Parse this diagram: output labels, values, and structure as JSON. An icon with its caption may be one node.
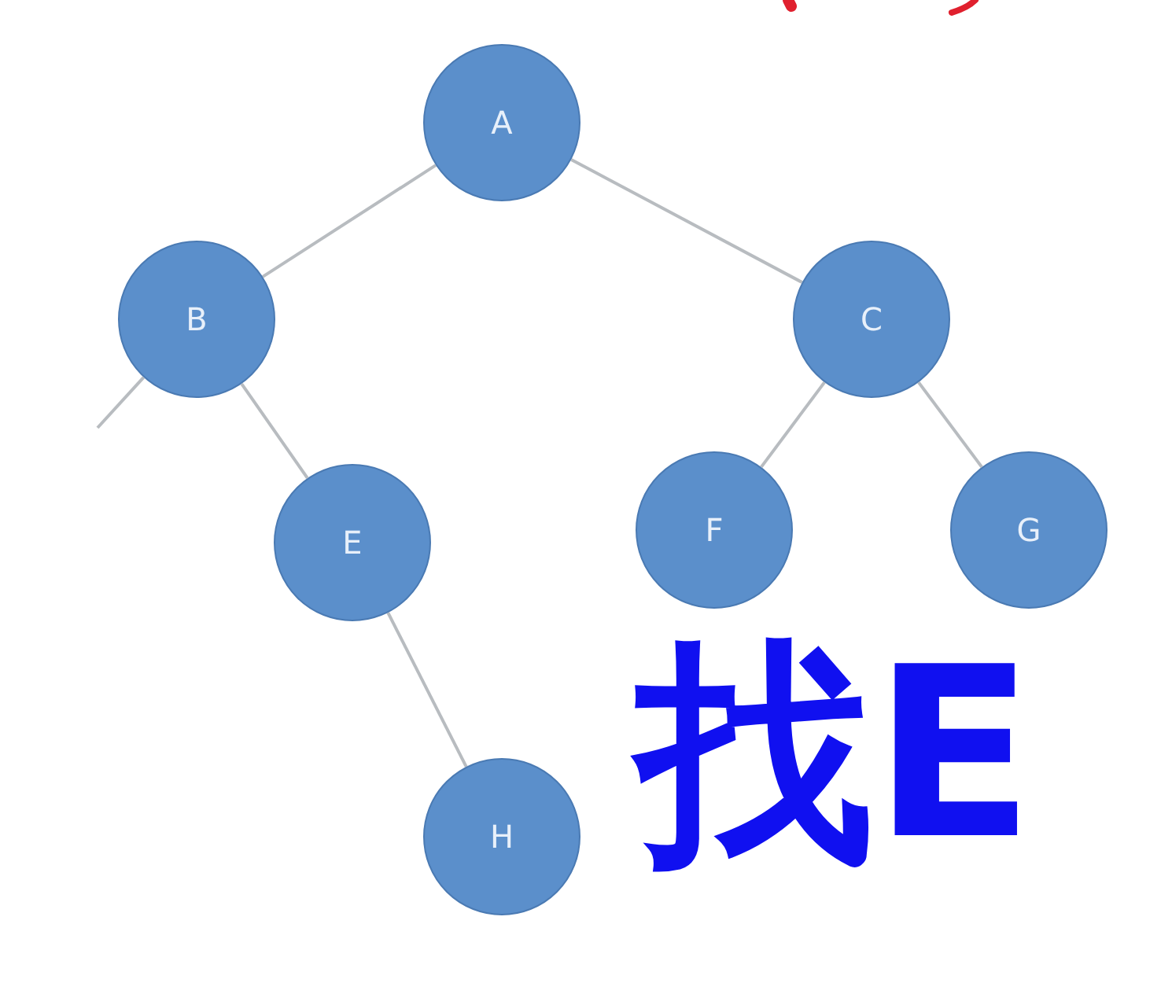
{
  "diagram": {
    "nodes": [
      {
        "text": [
          "A"
        ]
      },
      {
        "text": [
          "B"
        ]
      },
      {
        "text": [
          "C"
        ]
      },
      {
        "text": [
          "E"
        ]
      },
      {
        "text": [
          "F"
        ]
      },
      {
        "text": [
          "G"
        ]
      },
      {
        "text": [
          "H"
        ]
      }
    ],
    "edges": [
      {
        "from": 0,
        "to": 1,
        "arrow": "none"
      },
      {
        "from": 0,
        "to": 2,
        "arrow": "none"
      },
      {
        "from": 1,
        "to": null,
        "arrow": "none"
      },
      {
        "from": 1,
        "to": 3,
        "arrow": "none"
      },
      {
        "from": 2,
        "to": 4,
        "arrow": "none"
      },
      {
        "from": 2,
        "to": 5,
        "arrow": "none"
      },
      {
        "from": 3,
        "to": 6,
        "arrow": "none"
      }
    ],
    "labels": [
      "找E"
    ]
  }
}
